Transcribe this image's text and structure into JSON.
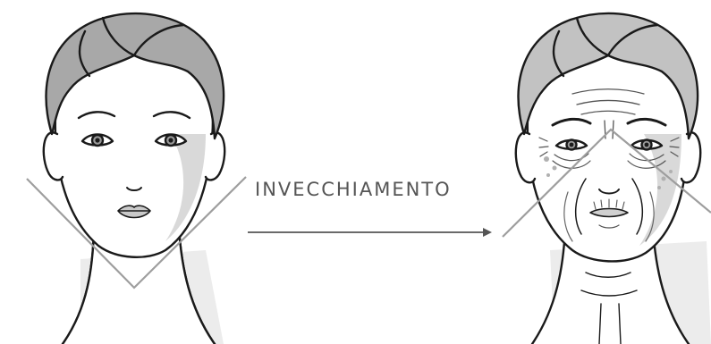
{
  "caption": "INVECCHIAMENTO",
  "panels": [
    {
      "id": "young-face",
      "aging": "none"
    },
    {
      "id": "aged-face",
      "aging": "wrinkles-sagging-age-spots"
    }
  ],
  "colors": {
    "line": "#1a1a1a",
    "hair": "#a8a8a8",
    "skin_shadow": "#d9d9d9",
    "background_shadow": "#ececec",
    "v_guide": "#9e9e9e",
    "arrow": "#555555",
    "caption": "#555555"
  },
  "icons": [
    "arrow-right-icon",
    "v-shape-guide",
    "inverted-v-shape-guide"
  ]
}
